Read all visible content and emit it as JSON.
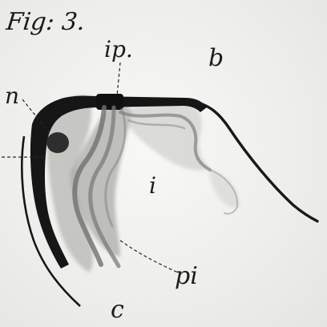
{
  "figure": {
    "title": "Fig: 3.",
    "labels": {
      "ip": "ip.",
      "b": "b",
      "n": "n",
      "i": "i",
      "pi": "pi",
      "c": "c"
    }
  },
  "colors": {
    "ink": "#141414",
    "tissue": "#a9a9a6",
    "tissue_dark": "#7c7c79",
    "background": "#f1f1ef"
  }
}
